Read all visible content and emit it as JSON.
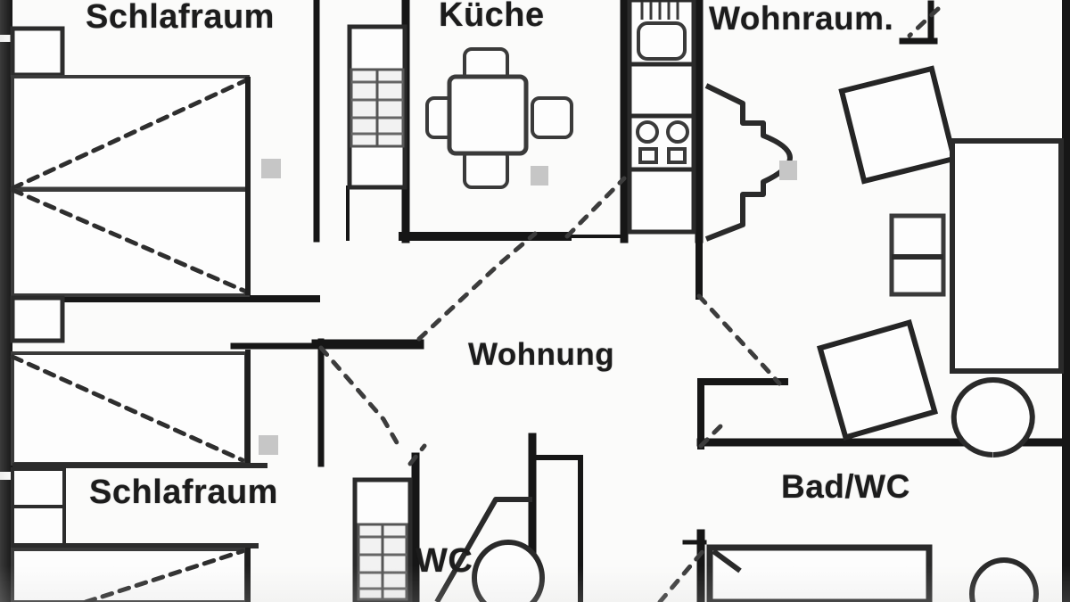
{
  "document": {
    "type": "architectural-floor-plan",
    "language": "de",
    "title": "Wohnung",
    "style": {
      "background": "#fbfbfa",
      "wall_color": "#1a1a1a",
      "furniture_color": "#3a3a3a",
      "door_swing_color": "#4a4a4a",
      "marker_color": "#c2c2c2",
      "text_color": "#1c1c1c"
    }
  },
  "labels": {
    "bedroom_top": "Schlafraum",
    "kitchen": "Küche",
    "living_room": "Wohnraum.",
    "apartment": "Wohnung",
    "bedroom_bottom": "Schlafraum",
    "bath_wc": "Bad/WC",
    "wc": "WC"
  },
  "rooms": [
    {
      "id": "schlafraum-oben",
      "label": "Schlafraum",
      "kind": "bedroom",
      "position": "top-left"
    },
    {
      "id": "kueche",
      "label": "Küche",
      "kind": "kitchen",
      "position": "top-center"
    },
    {
      "id": "wohnraum",
      "label": "Wohnraum.",
      "kind": "living",
      "position": "top-right"
    },
    {
      "id": "wohnung",
      "label": "Wohnung",
      "kind": "hall",
      "position": "center"
    },
    {
      "id": "schlafraum-unten",
      "label": "Schlafraum",
      "kind": "bedroom",
      "position": "bottom-left"
    },
    {
      "id": "wc",
      "label": "WC",
      "kind": "toilet",
      "position": "bottom-center"
    },
    {
      "id": "bad-wc",
      "label": "Bad/WC",
      "kind": "bathroom",
      "position": "bottom-right"
    }
  ],
  "furniture": [
    {
      "name": "bed",
      "room": "schlafraum-oben",
      "count": 2
    },
    {
      "name": "nightstand",
      "room": "schlafraum-oben",
      "count": 2
    },
    {
      "name": "dining-table",
      "room": "kueche",
      "count": 1
    },
    {
      "name": "dining-chair",
      "room": "kueche",
      "count": 4
    },
    {
      "name": "wardrobe",
      "room": "kueche",
      "count": 1
    },
    {
      "name": "kitchen-sink",
      "room": "wohnraum",
      "count": 1
    },
    {
      "name": "stove",
      "room": "wohnraum",
      "count": 1
    },
    {
      "name": "counter",
      "room": "wohnraum",
      "count": 2
    },
    {
      "name": "armchair",
      "room": "wohnraum",
      "count": 2
    },
    {
      "name": "side-table",
      "room": "wohnraum",
      "count": 1
    },
    {
      "name": "sofa",
      "room": "wohnraum",
      "count": 1
    },
    {
      "name": "bed",
      "room": "schlafraum-unten",
      "count": 2
    },
    {
      "name": "nightstand",
      "room": "schlafraum-unten",
      "count": 2
    },
    {
      "name": "wardrobe",
      "room": "wc",
      "count": 1
    },
    {
      "name": "toilet",
      "room": "wc",
      "count": 1
    },
    {
      "name": "shower",
      "room": "wc",
      "count": 1
    },
    {
      "name": "washbasin",
      "room": "bad-wc",
      "count": 1
    },
    {
      "name": "bathtub",
      "room": "bad-wc",
      "count": 1
    },
    {
      "name": "toilet",
      "room": "bad-wc",
      "count": 1
    }
  ],
  "annotations": {
    "door_swings": 9,
    "door_markers": 4,
    "window_openings": 6
  }
}
